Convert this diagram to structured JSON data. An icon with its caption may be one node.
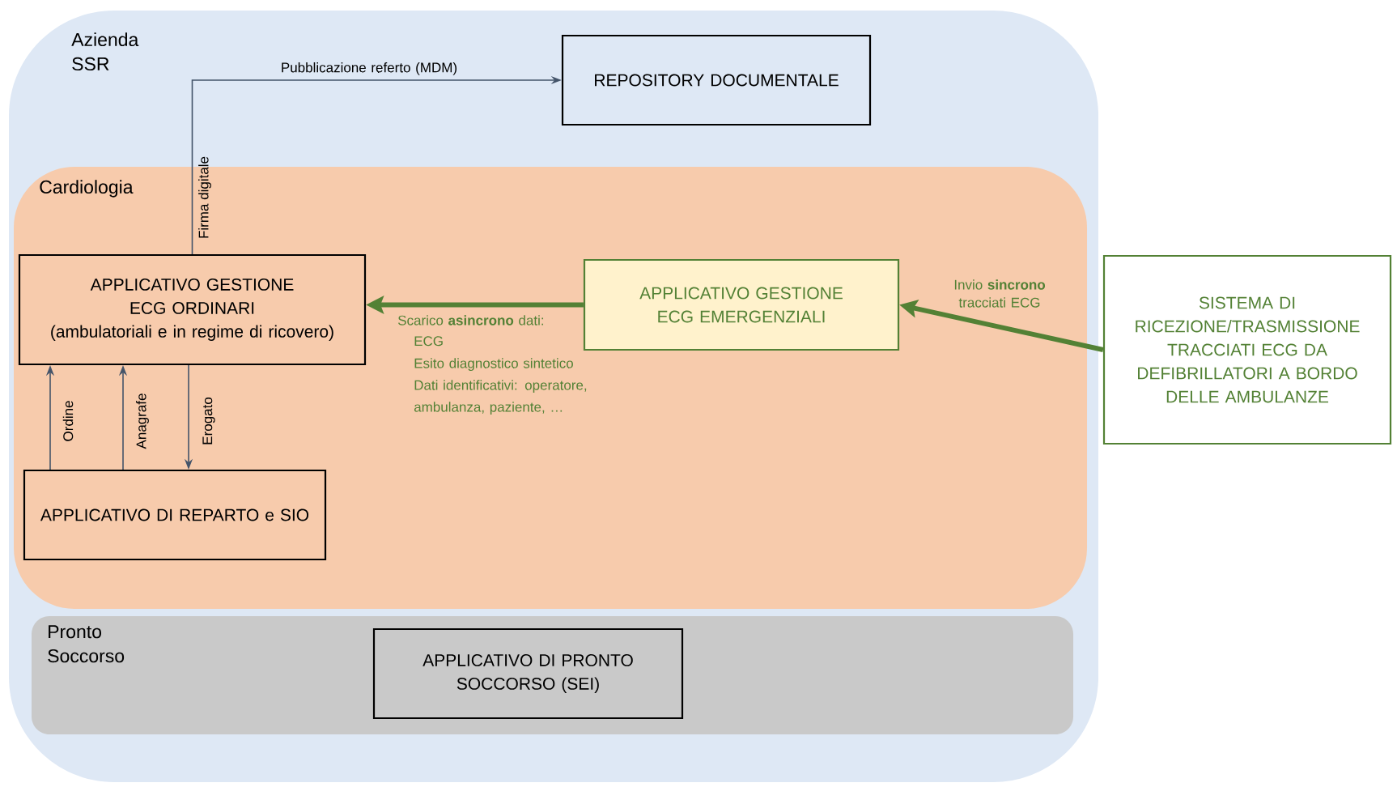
{
  "diagram": {
    "nodes": [
      {
        "text": [
          "Azienda SSR"
        ]
      },
      {
        "text": [
          "REPOSITORY DOCUMENTALE"
        ],
        "in": 0
      },
      {
        "text": [
          "Cardiologia"
        ],
        "in": 0
      },
      {
        "text": [
          "APPLICATIVO GESTIONE ECG ORDINARI",
          "(ambulatoriali e in regime di ricovero)"
        ],
        "in": 2
      },
      {
        "text": [
          "APPLICATIVO GESTIONE ECG EMERGENZIALI"
        ],
        "in": 2
      },
      {
        "text": [
          "APPLICATIVO DI REPARTO e SIO"
        ],
        "in": 2
      },
      {
        "text": [
          "Pronto Soccorso"
        ],
        "in": 0
      },
      {
        "text": [
          "APPLICATIVO DI PRONTO SOCCORSO (SEI)"
        ],
        "in": 6
      },
      {
        "text": [
          "SISTEMA DI RICEZIONE/TRASMISSIONE TRACCIATI ECG DA DEFIBRILLATORI A BORDO DELLE AMBULANZE"
        ]
      }
    ],
    "edges": [
      {
        "from": 3,
        "to": 1,
        "arrow": "to",
        "label": "Pubblicazione referto (MDM)"
      },
      {
        "from": 4,
        "to": 3,
        "arrow": "to",
        "label": "Scarico **asincrono** dati:",
        "style": "thick",
        "color": "#538135"
      },
      {
        "from": 8,
        "to": 4,
        "arrow": "to",
        "label": "Invio **sincrono** tracciati ECG",
        "style": "thick",
        "color": "#538135"
      },
      {
        "from": 5,
        "to": 3,
        "arrow": "to",
        "label": "Ordine"
      },
      {
        "from": 5,
        "to": 3,
        "arrow": "to",
        "label": "Anagrafe"
      },
      {
        "from": 3,
        "to": 5,
        "arrow": "to",
        "label": "Erogato"
      }
    ],
    "labels": [
      "Firma digitale",
      "ECG",
      "Esito diagnostico sintetico",
      "Dati identificativi: operatore, ambulanza, paziente, …"
    ]
  }
}
